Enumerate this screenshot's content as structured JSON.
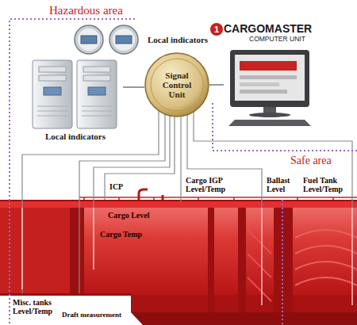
{
  "diagram": {
    "nodes": [
      {
        "text": [
          "Local indicators"
        ]
      },
      {
        "text": [
          "Local indicators"
        ]
      },
      {
        "text": [
          "Signal Control Unit"
        ]
      },
      {
        "text": [
          "CARGOMASTER",
          "COMPUTER UNIT"
        ]
      }
    ],
    "edges": [
      {
        "from": 1,
        "to": 2,
        "arrow": "none"
      },
      {
        "from": 2,
        "to": 3,
        "arrow": "none"
      }
    ],
    "labels": [
      "Hazardous area",
      "1",
      "Safe area",
      "ICP",
      "Cargo IGP Level/Temp",
      "Ballast Level",
      "Fuel Tank Level/Temp",
      "Cargo Level",
      "Cargo Temp",
      "Misc. tanks Level/Temp",
      "Draft measurement"
    ]
  }
}
